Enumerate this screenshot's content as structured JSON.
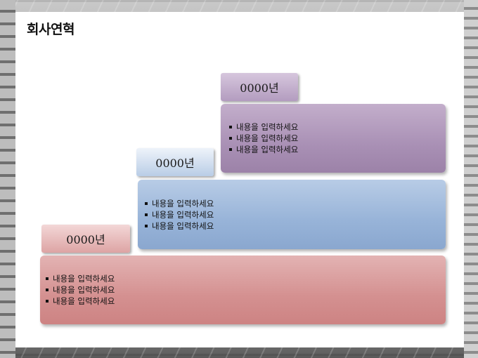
{
  "title": "회사연혁",
  "tiers": [
    {
      "year": "0000년",
      "items": [
        "내용을 입력하세요",
        "내용을 입력하세요",
        "내용을 입력하세요"
      ]
    },
    {
      "year": "0000년",
      "items": [
        "내용을 입력하세요",
        "내용을 입력하세요",
        "내용을 입력하세요"
      ]
    },
    {
      "year": "0000년",
      "items": [
        "내용을 입력하세요",
        "내용을 입력하세요",
        "내용을 입력하세요"
      ]
    }
  ],
  "colors": {
    "purple": "#a990b5",
    "blue": "#97b3d8",
    "red": "#d49090"
  }
}
